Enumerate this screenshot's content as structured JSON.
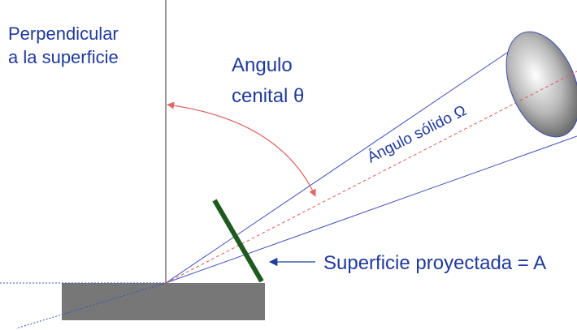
{
  "labels": {
    "perpendicular_line1": "Perpendicular",
    "perpendicular_line2": "a la superficie",
    "zenith_line1": "Angulo",
    "zenith_line2": "cenital θ",
    "solid_angle": "Ángulo sólido Ω",
    "projected_surface": "Superficie proyectada = A"
  },
  "colors": {
    "text": "#1f3a9c",
    "ray": "#3f4fb8",
    "zenith_arrow": "#e06a6a",
    "axis_dash": "#e05a5a",
    "projected_surface": "#1e5a1e",
    "ground": "#777777",
    "normal_line": "#333333"
  }
}
